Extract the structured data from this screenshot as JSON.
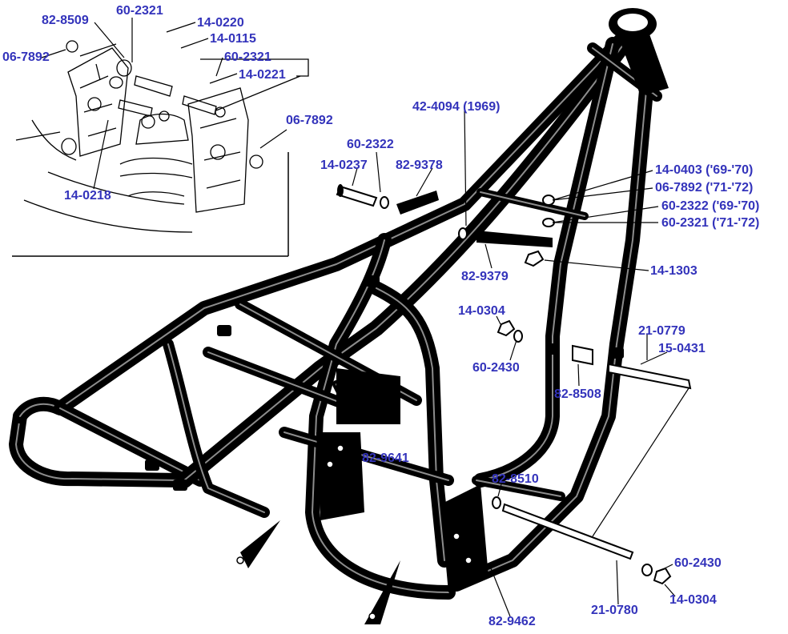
{
  "label_color": "#3333bb",
  "frame_color": "#000000",
  "leader_color": "#000000",
  "inset": {
    "labels": [
      "82-8509",
      "60-2321",
      "14-0220",
      "14-0115",
      "06-7892",
      "60-2321",
      "14-0221",
      "06-7892",
      "14-0218"
    ]
  },
  "main": {
    "labels": [
      "42-4094 (1969)",
      "60-2322",
      "14-0237",
      "82-9378",
      "14-0403 ('69-'70)",
      "06-7892 ('71-'72)",
      "60-2322 ('69-'70)",
      "60-2321 ('71-'72)",
      "82-9379",
      "14-1303",
      "14-0304",
      "60-2430",
      "21-0779",
      "15-0431",
      "82-8508",
      "82-9641",
      "82-8510",
      "60-2430",
      "14-0304",
      "21-0780",
      "82-9462"
    ]
  }
}
